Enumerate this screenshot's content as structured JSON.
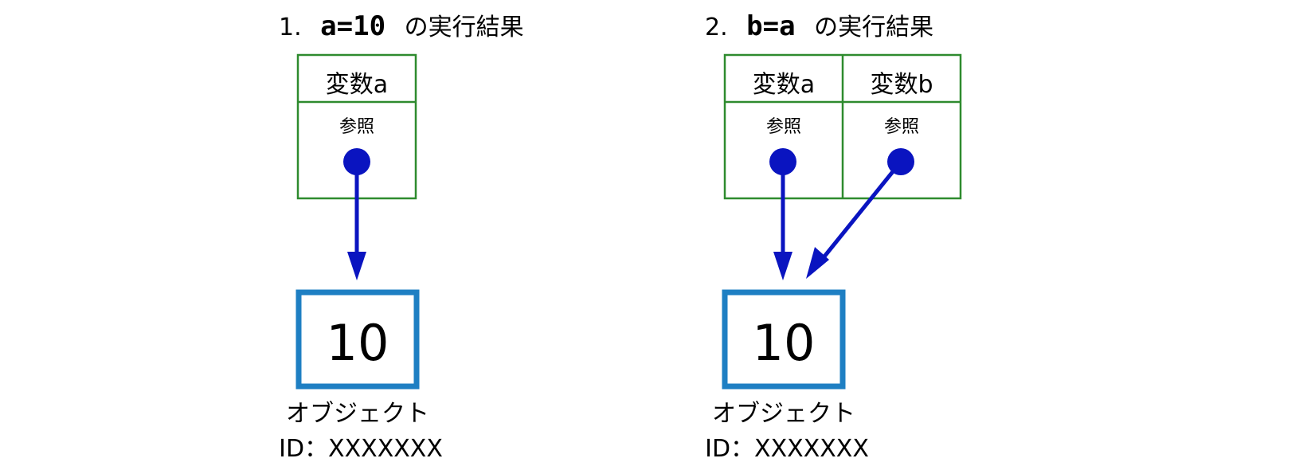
{
  "colors": {
    "table_border": "#2e8b2e",
    "pointer": "#0a14c0",
    "object_border": "#1e7fc3",
    "text": "#000000"
  },
  "panels": [
    {
      "heading": {
        "num": "1.",
        "code": "a=10",
        "suffix": "の実行結果"
      },
      "variables": [
        {
          "name": "変数a",
          "ref_label": "参照"
        }
      ],
      "object": {
        "value": "10",
        "label": "オブジェクト",
        "id_line": "ID：XXXXXXX"
      }
    },
    {
      "heading": {
        "num": "2.",
        "code": "b=a",
        "suffix": "の実行結果"
      },
      "variables": [
        {
          "name": "変数a",
          "ref_label": "参照"
        },
        {
          "name": "変数b",
          "ref_label": "参照"
        }
      ],
      "object": {
        "value": "10",
        "label": "オブジェクト",
        "id_line": "ID：XXXXXXX"
      }
    }
  ]
}
